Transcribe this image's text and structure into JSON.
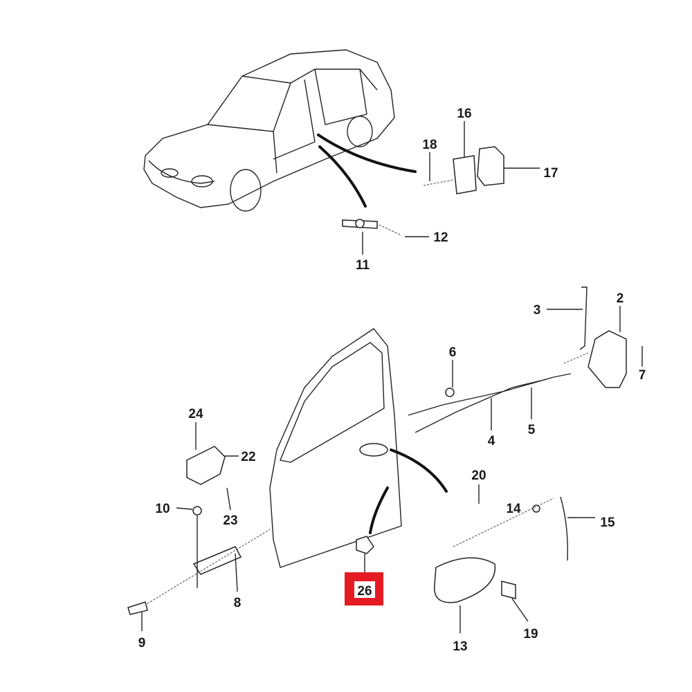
{
  "title": "Front door parts diagram",
  "highlight_color": "#e41b23",
  "callouts": {
    "c2": "2",
    "c3": "3",
    "c4": "4",
    "c5": "5",
    "c6": "6",
    "c7": "7",
    "c8": "8",
    "c9": "9",
    "c10": "10",
    "c11": "11",
    "c12": "12",
    "c13": "13",
    "c14": "14",
    "c15": "15",
    "c16": "16",
    "c17": "17",
    "c18": "18",
    "c19": "19",
    "c20": "20",
    "c22": "22",
    "c23": "23",
    "c24": "24",
    "c26": "26"
  },
  "highlighted_part": "26"
}
